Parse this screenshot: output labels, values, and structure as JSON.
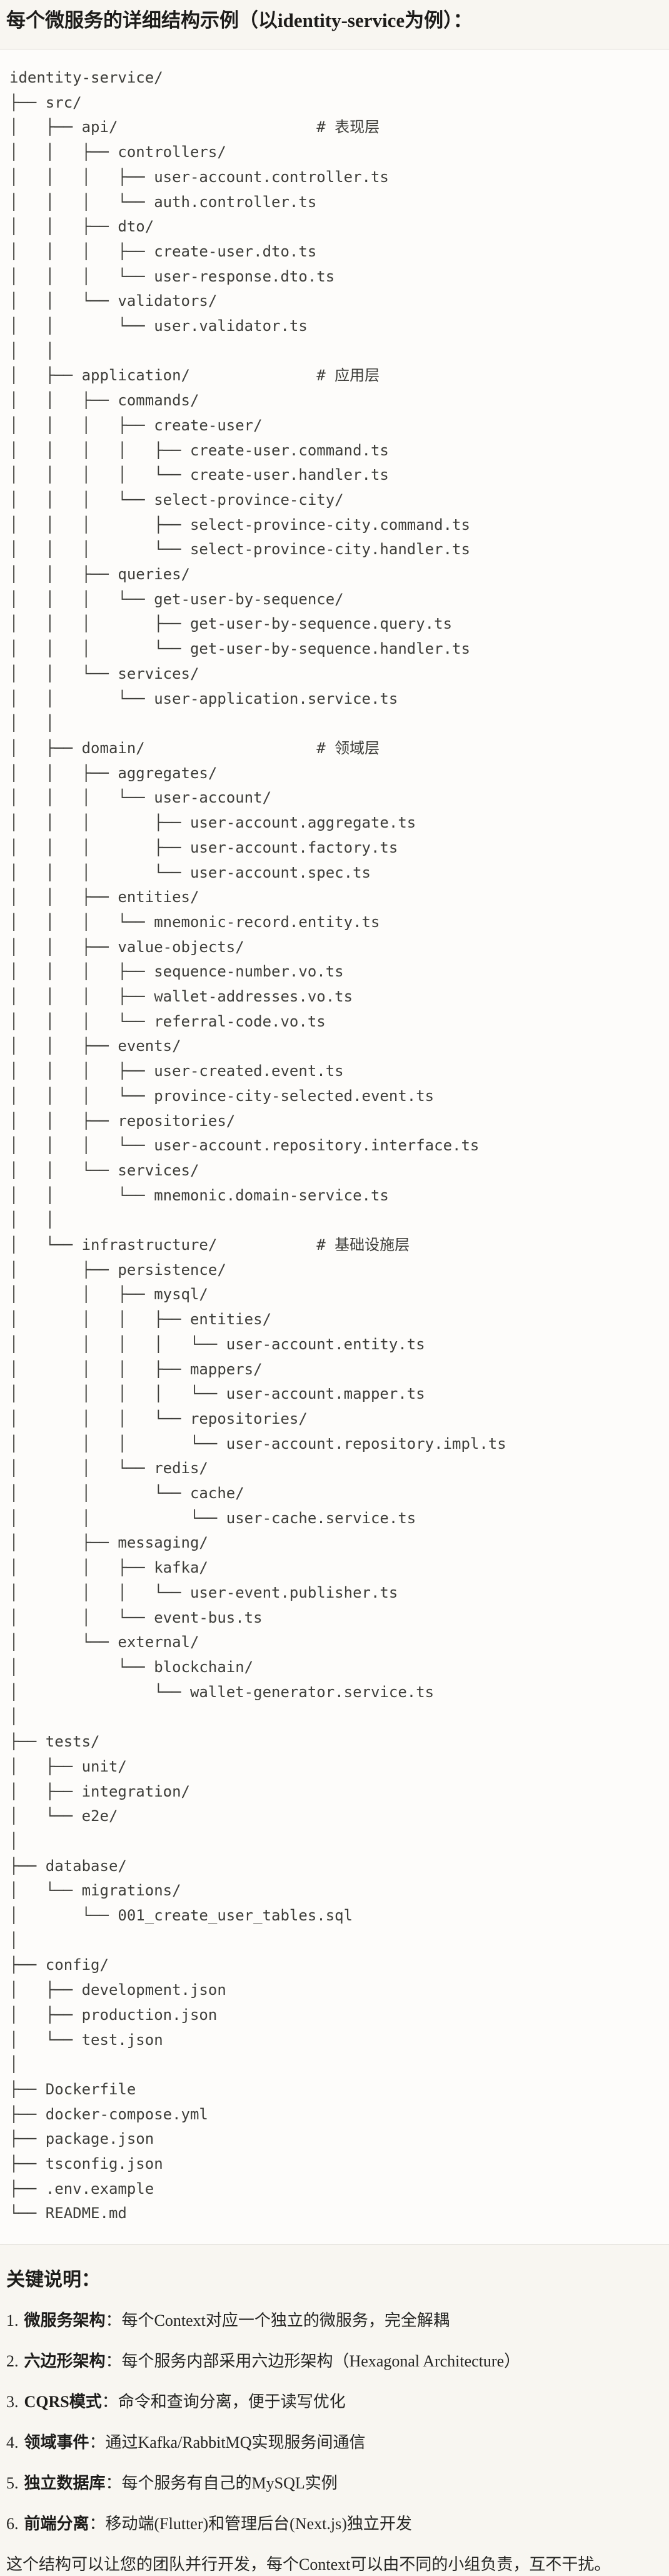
{
  "page": {
    "title": "每个微服务的详细结构示例（以identity-service为例）：",
    "notes_heading": "关键说明：",
    "closing": "这个结构可以让您的团队并行开发，每个Context可以由不同的小组负责，互不干扰。"
  },
  "colors": {
    "page_background": "#f8f6f1",
    "code_background": "#fdfcfa",
    "code_border": "#d9d6d0",
    "code_text": "#3e3e3a",
    "heading_text": "#1d1c1a"
  },
  "code_block": {
    "lines": [
      "identity-service/",
      "├── src/",
      "│   ├── api/                      # 表现层",
      "│   │   ├── controllers/",
      "│   │   │   ├── user-account.controller.ts",
      "│   │   │   └── auth.controller.ts",
      "│   │   ├── dto/",
      "│   │   │   ├── create-user.dto.ts",
      "│   │   │   └── user-response.dto.ts",
      "│   │   └── validators/",
      "│   │       └── user.validator.ts",
      "│   │",
      "│   ├── application/              # 应用层",
      "│   │   ├── commands/",
      "│   │   │   ├── create-user/",
      "│   │   │   │   ├── create-user.command.ts",
      "│   │   │   │   └── create-user.handler.ts",
      "│   │   │   └── select-province-city/",
      "│   │   │       ├── select-province-city.command.ts",
      "│   │   │       └── select-province-city.handler.ts",
      "│   │   ├── queries/",
      "│   │   │   └── get-user-by-sequence/",
      "│   │   │       ├── get-user-by-sequence.query.ts",
      "│   │   │       └── get-user-by-sequence.handler.ts",
      "│   │   └── services/",
      "│   │       └── user-application.service.ts",
      "│   │",
      "│   ├── domain/                   # 领域层",
      "│   │   ├── aggregates/",
      "│   │   │   └── user-account/",
      "│   │   │       ├── user-account.aggregate.ts",
      "│   │   │       ├── user-account.factory.ts",
      "│   │   │       └── user-account.spec.ts",
      "│   │   ├── entities/",
      "│   │   │   └── mnemonic-record.entity.ts",
      "│   │   ├── value-objects/",
      "│   │   │   ├── sequence-number.vo.ts",
      "│   │   │   ├── wallet-addresses.vo.ts",
      "│   │   │   └── referral-code.vo.ts",
      "│   │   ├── events/",
      "│   │   │   ├── user-created.event.ts",
      "│   │   │   └── province-city-selected.event.ts",
      "│   │   ├── repositories/",
      "│   │   │   └── user-account.repository.interface.ts",
      "│   │   └── services/",
      "│   │       └── mnemonic.domain-service.ts",
      "│   │",
      "│   └── infrastructure/           # 基础设施层",
      "│       ├── persistence/",
      "│       │   ├── mysql/",
      "│       │   │   ├── entities/",
      "│       │   │   │   └── user-account.entity.ts",
      "│       │   │   ├── mappers/",
      "│       │   │   │   └── user-account.mapper.ts",
      "│       │   │   └── repositories/",
      "│       │   │       └── user-account.repository.impl.ts",
      "│       │   └── redis/",
      "│       │       └── cache/",
      "│       │           └── user-cache.service.ts",
      "│       ├── messaging/",
      "│       │   ├── kafka/",
      "│       │   │   └── user-event.publisher.ts",
      "│       │   └── event-bus.ts",
      "│       └── external/",
      "│           └── blockchain/",
      "│               └── wallet-generator.service.ts",
      "│",
      "├── tests/",
      "│   ├── unit/",
      "│   ├── integration/",
      "│   └── e2e/",
      "│",
      "├── database/",
      "│   └── migrations/",
      "│       └── 001_create_user_tables.sql",
      "│",
      "├── config/",
      "│   ├── development.json",
      "│   ├── production.json",
      "│   └── test.json",
      "│",
      "├── Dockerfile",
      "├── docker-compose.yml",
      "├── package.json",
      "├── tsconfig.json",
      "├── .env.example",
      "└── README.md"
    ]
  },
  "notes": [
    {
      "num": "1.",
      "label": "微服务架构",
      "text": "：每个Context对应一个独立的微服务，完全解耦"
    },
    {
      "num": "2.",
      "label": "六边形架构",
      "text": "：每个服务内部采用六边形架构（Hexagonal Architecture）"
    },
    {
      "num": "3.",
      "label": "CQRS模式",
      "text": "：命令和查询分离，便于读写优化"
    },
    {
      "num": "4.",
      "label": "领域事件",
      "text": "：通过Kafka/RabbitMQ实现服务间通信"
    },
    {
      "num": "5.",
      "label": "独立数据库",
      "text": "：每个服务有自己的MySQL实例"
    },
    {
      "num": "6.",
      "label": "前端分离",
      "text": "：移动端(Flutter)和管理后台(Next.js)独立开发"
    }
  ]
}
